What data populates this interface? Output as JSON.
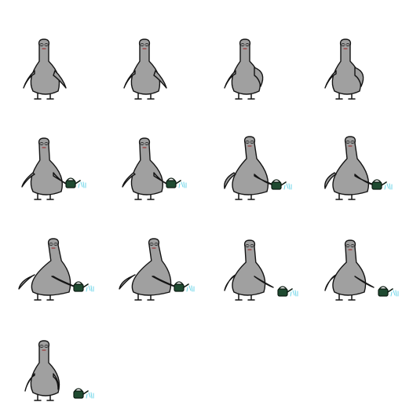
{
  "sheet": {
    "columns": 4,
    "rows": 4,
    "frame_count": 13,
    "background_color": "#ffffff"
  },
  "colors": {
    "body": "#a0a0a0",
    "outline": "#141414",
    "mouth": "#9b2222",
    "watering_can": "#1e4a30",
    "water": "#6fd6e8"
  },
  "frames": [
    {
      "pose": "idle",
      "can": false,
      "water": false
    },
    {
      "pose": "idle",
      "can": false,
      "water": false
    },
    {
      "pose": "reach",
      "can": false,
      "water": false
    },
    {
      "pose": "reach",
      "can": false,
      "water": false
    },
    {
      "pose": "hold-can",
      "can": true,
      "water": true
    },
    {
      "pose": "hold-can",
      "can": true,
      "water": true
    },
    {
      "pose": "lean",
      "can": true,
      "water": true
    },
    {
      "pose": "lean",
      "can": true,
      "water": true
    },
    {
      "pose": "pour",
      "can": true,
      "water": true
    },
    {
      "pose": "pour",
      "can": true,
      "water": true
    },
    {
      "pose": "set-down",
      "can": true,
      "water": true
    },
    {
      "pose": "set-down",
      "can": true,
      "water": true
    },
    {
      "pose": "stand-after",
      "can": true,
      "water": true
    }
  ]
}
